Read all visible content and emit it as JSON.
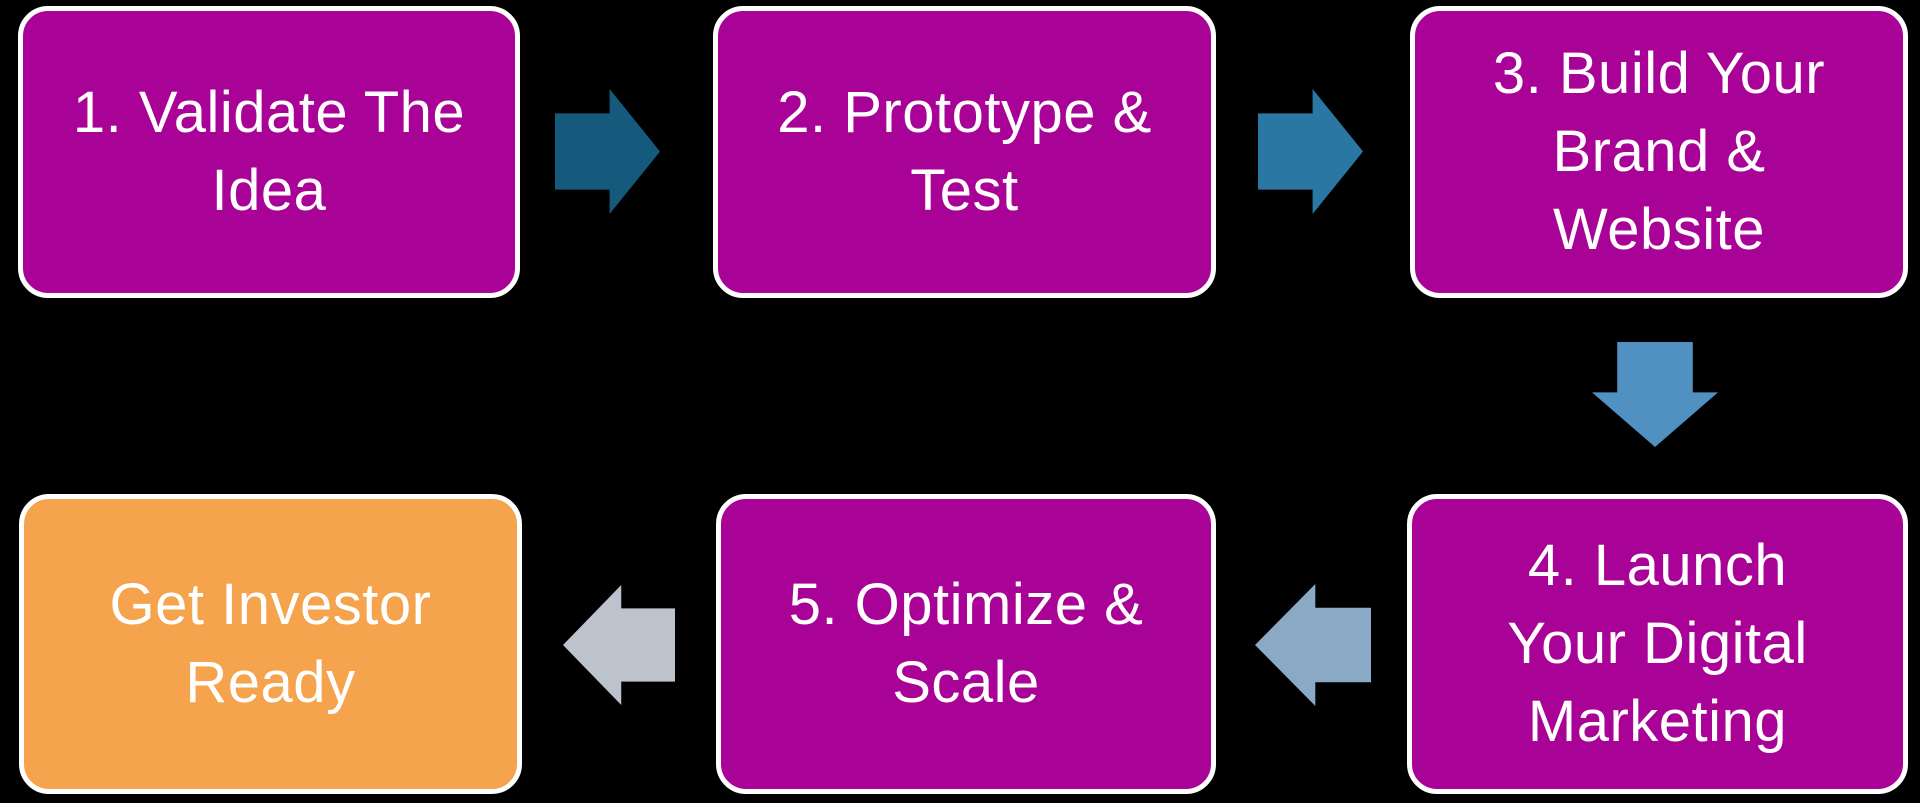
{
  "canvas": {
    "background_color": "#000000",
    "text_color": "#ffffff",
    "border_color": "#ffffff"
  },
  "flowchart": {
    "steps": [
      {
        "id": "step1",
        "label": "1. Validate The\nIdea",
        "color": "#A80296"
      },
      {
        "id": "step2",
        "label": "2. Prototype &\nTest",
        "color": "#A80296"
      },
      {
        "id": "step3",
        "label": "3. Build Your\nBrand &\nWebsite",
        "color": "#A80296"
      },
      {
        "id": "step4",
        "label": "4. Launch\nYour Digital\nMarketing",
        "color": "#A80296"
      },
      {
        "id": "step5",
        "label": "5. Optimize &\nScale",
        "color": "#A80296"
      },
      {
        "id": "final",
        "label": "Get Investor\nReady",
        "color": "#F5A34C"
      }
    ],
    "arrows": [
      {
        "from": "step1",
        "to": "step2",
        "direction": "right",
        "color": "#15597D"
      },
      {
        "from": "step2",
        "to": "step3",
        "direction": "right",
        "color": "#2B77A3"
      },
      {
        "from": "step3",
        "to": "step4",
        "direction": "down",
        "color": "#5191C1"
      },
      {
        "from": "step4",
        "to": "step5",
        "direction": "left",
        "color": "#8AA9C4"
      },
      {
        "from": "step5",
        "to": "final",
        "direction": "left",
        "color": "#BCC3CC"
      }
    ]
  }
}
